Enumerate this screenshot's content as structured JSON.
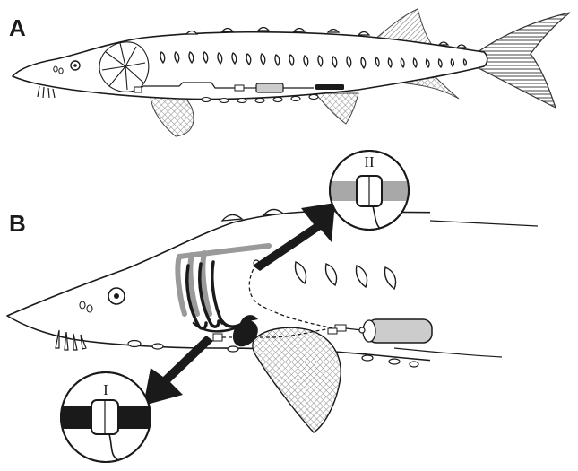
{
  "figure": {
    "panels": [
      {
        "id": "A",
        "label": "A"
      },
      {
        "id": "B",
        "label": "B"
      }
    ],
    "insets": [
      {
        "id": "II",
        "label": "II"
      },
      {
        "id": "I",
        "label": "I"
      }
    ]
  },
  "colors": {
    "ink": "#1a1a1a",
    "fin_hatch": "#8a8a8a",
    "gill_filament": "#9a9a9a",
    "cuff_band_light": "#a8a8a8",
    "cuff_band_dark": "#1a1a1a"
  },
  "icons": [
    "sturgeon-outline",
    "electrode-cuff",
    "telemetry-transmitter",
    "callout-arrow",
    "magnified-inset"
  ]
}
